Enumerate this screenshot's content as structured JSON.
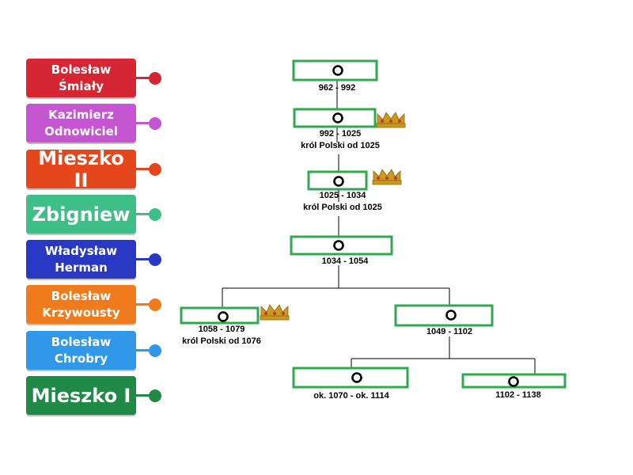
{
  "cards": [
    {
      "label": "Bolesław Śmiały",
      "color": "#d62633",
      "size": "small"
    },
    {
      "label": "Kazimierz Odnowiciel",
      "color": "#c655d1",
      "size": "small"
    },
    {
      "label": "Mieszko II",
      "color": "#e6461c",
      "size": "big"
    },
    {
      "label": "Zbigniew",
      "color": "#3fbf88",
      "size": "big"
    },
    {
      "label": "Władysław Herman",
      "color": "#2838c2",
      "size": "small"
    },
    {
      "label": "Bolesław Krzywousty",
      "color": "#f07b1c",
      "size": "small"
    },
    {
      "label": "Bolesław Chrobry",
      "color": "#2f98e8",
      "size": "small"
    },
    {
      "label": "Mieszko I",
      "color": "#1e8a46",
      "size": "big"
    }
  ],
  "tree": {
    "nodes": [
      {
        "id": "n1",
        "dates": "962 - 992",
        "note": "",
        "crown": false
      },
      {
        "id": "n2",
        "dates": "992 - 1025",
        "note": "król Polski od 1025",
        "crown": true
      },
      {
        "id": "n3",
        "dates": "1025 - 1034",
        "note": "król Polski od 1025",
        "crown": true
      },
      {
        "id": "n4",
        "dates": "1034 - 1054",
        "note": "",
        "crown": false
      },
      {
        "id": "n5",
        "dates": "1058 - 1079",
        "note": "król Polski od 1076",
        "crown": true
      },
      {
        "id": "n6",
        "dates": "1049 - 1102",
        "note": "",
        "crown": false
      },
      {
        "id": "n7",
        "dates": "ok. 1070 - ok. 1114",
        "note": "",
        "crown": false
      },
      {
        "id": "n8",
        "dates": "1102 - 1138",
        "note": "",
        "crown": false
      }
    ],
    "box_color": "#2fa84f",
    "crown_icon": "crown-icon"
  }
}
